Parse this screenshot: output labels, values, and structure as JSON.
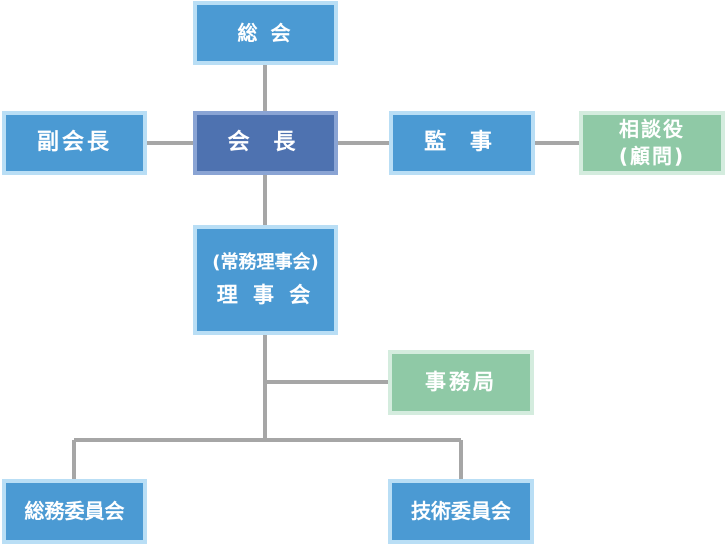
{
  "org_chart": {
    "nodes": {
      "general_assembly": {
        "label": "総 会"
      },
      "vice_president": {
        "label": "副会長"
      },
      "president": {
        "label": "会 長"
      },
      "auditor": {
        "label": "監 事"
      },
      "advisor": {
        "line1": "相談役",
        "line2": "(顧問)"
      },
      "board": {
        "line1": "(常務理事会)",
        "line2": "理 事 会"
      },
      "secretariat": {
        "label": "事務局"
      },
      "general_affairs_committee": {
        "label": "総務委員会"
      },
      "technical_committee": {
        "label": "技術委員会"
      }
    },
    "colors": {
      "primary": "#4b9ad3",
      "primary_border": "#b9def5",
      "president": "#4e72b0",
      "president_border": "#8aa4d4",
      "secondary": "#8fc9a6",
      "secondary_border": "#d4ecde",
      "connector": "#a6a6a6",
      "text": "#ffffff"
    }
  }
}
